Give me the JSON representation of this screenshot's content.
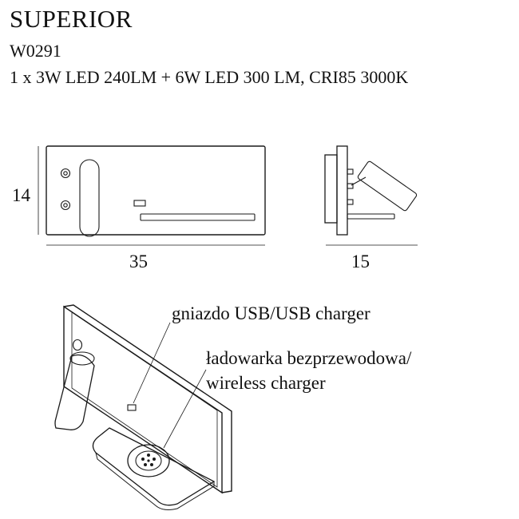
{
  "product": {
    "name": "SUPERIOR",
    "code": "W0291",
    "spec": "1 x 3W LED 240LM + 6W LED 300 LM, CRI85 3000K"
  },
  "dimensions": {
    "height": "14",
    "width": "35",
    "depth": "15"
  },
  "callouts": {
    "usb": "gniazdo USB/USB charger",
    "wireless_line1": "ładowarka bezprzewodowa/",
    "wireless_line2": "wireless charger"
  },
  "colors": {
    "line": "#1a1a1a"
  }
}
